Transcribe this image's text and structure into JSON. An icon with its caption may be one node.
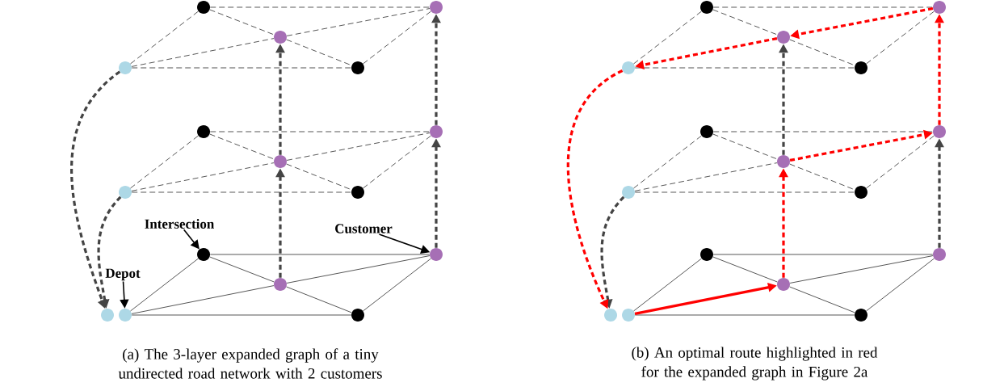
{
  "diagram": {
    "nodes": [
      {
        "text": [],
        "shape": "circle"
      },
      {
        "text": [],
        "shape": "circle"
      },
      {
        "text": [],
        "shape": "circle"
      },
      {
        "text": [],
        "shape": "circle"
      },
      {
        "text": [],
        "shape": "circle"
      },
      {
        "text": [],
        "shape": "circle"
      },
      {
        "text": [],
        "shape": "circle"
      },
      {
        "text": [],
        "shape": "circle"
      },
      {
        "text": [],
        "shape": "circle"
      },
      {
        "text": [],
        "shape": "circle"
      },
      {
        "text": [],
        "shape": "circle"
      },
      {
        "text": [],
        "shape": "circle"
      },
      {
        "text": [],
        "shape": "circle"
      },
      {
        "text": [],
        "shape": "circle"
      },
      {
        "text": [],
        "shape": "circle"
      },
      {
        "text": [],
        "shape": "circle"
      },
      {
        "text": [],
        "shape": "circle"
      },
      {
        "text": [],
        "shape": "circle"
      },
      {
        "text": [],
        "shape": "circle"
      },
      {
        "text": [],
        "shape": "circle"
      },
      {
        "text": [],
        "shape": "circle"
      },
      {
        "text": [],
        "shape": "circle"
      },
      {
        "text": [],
        "shape": "circle"
      },
      {
        "text": [],
        "shape": "circle"
      },
      {
        "text": [],
        "shape": "circle"
      },
      {
        "text": [],
        "shape": "circle"
      },
      {
        "text": [],
        "shape": "circle"
      },
      {
        "text": [],
        "shape": "circle"
      },
      {
        "text": [],
        "shape": "circle"
      },
      {
        "text": [],
        "shape": "circle"
      },
      {
        "text": [],
        "shape": "circle"
      },
      {
        "text": [],
        "shape": "circle"
      },
      {
        "text": [
          "Intersection"
        ]
      },
      {
        "text": [
          "Depot"
        ]
      },
      {
        "text": [
          "Customer"
        ]
      }
    ],
    "edges": [
      {
        "from": 0,
        "to": 1,
        "arrow": "none",
        "style": "dashed"
      },
      {
        "from": 0,
        "to": 2,
        "arrow": "none",
        "style": "dashed"
      },
      {
        "from": 0,
        "to": 3,
        "arrow": "none",
        "style": "dashed"
      },
      {
        "from": 1,
        "to": 2,
        "arrow": "none",
        "style": "dashed"
      },
      {
        "from": 1,
        "to": 4,
        "arrow": "none",
        "style": "dashed"
      },
      {
        "from": 2,
        "to": 3,
        "arrow": "none",
        "style": "dashed"
      },
      {
        "from": 2,
        "to": 4,
        "arrow": "none",
        "style": "dashed"
      },
      {
        "from": 3,
        "to": 4,
        "arrow": "none",
        "style": "dashed"
      },
      {
        "from": 5,
        "to": 6,
        "arrow": "none",
        "style": "dashed"
      },
      {
        "from": 5,
        "to": 7,
        "arrow": "none",
        "style": "dashed"
      },
      {
        "from": 5,
        "to": 8,
        "arrow": "none",
        "style": "dashed"
      },
      {
        "from": 6,
        "to": 7,
        "arrow": "none",
        "style": "dashed"
      },
      {
        "from": 6,
        "to": 9,
        "arrow": "none",
        "style": "dashed"
      },
      {
        "from": 7,
        "to": 8,
        "arrow": "none",
        "style": "dashed"
      },
      {
        "from": 7,
        "to": 9,
        "arrow": "none",
        "style": "dashed"
      },
      {
        "from": 8,
        "to": 9,
        "arrow": "none",
        "style": "dashed"
      },
      {
        "from": 11,
        "to": 12,
        "arrow": "none"
      },
      {
        "from": 11,
        "to": 13,
        "arrow": "none"
      },
      {
        "from": 11,
        "to": 14,
        "arrow": "none"
      },
      {
        "from": 12,
        "to": 13,
        "arrow": "none"
      },
      {
        "from": 12,
        "to": 15,
        "arrow": "none"
      },
      {
        "from": 13,
        "to": 14,
        "arrow": "none"
      },
      {
        "from": 13,
        "to": 15,
        "arrow": "none"
      },
      {
        "from": 14,
        "to": 15,
        "arrow": "none"
      },
      {
        "from": 13,
        "to": 7,
        "arrow": "to",
        "style": "dashed"
      },
      {
        "from": 7,
        "to": 2,
        "arrow": "to",
        "style": "dashed"
      },
      {
        "from": 15,
        "to": 9,
        "arrow": "to",
        "style": "dashed"
      },
      {
        "from": 9,
        "to": 4,
        "arrow": "to",
        "style": "dashed"
      },
      {
        "from": 5,
        "to": 10,
        "arrow": "to",
        "style": "dashed"
      },
      {
        "from": 0,
        "to": 10,
        "arrow": "to",
        "style": "dashed"
      },
      {
        "from": 16,
        "to": 17,
        "arrow": "none",
        "style": "dashed"
      },
      {
        "from": 16,
        "to": 19,
        "arrow": "none",
        "style": "dashed"
      },
      {
        "from": 17,
        "to": 18,
        "arrow": "none",
        "style": "dashed"
      },
      {
        "from": 17,
        "to": 20,
        "arrow": "none",
        "style": "dashed"
      },
      {
        "from": 18,
        "to": 19,
        "arrow": "none",
        "style": "dashed"
      },
      {
        "from": 19,
        "to": 20,
        "arrow": "none",
        "style": "dashed"
      },
      {
        "from": 21,
        "to": 22,
        "arrow": "none",
        "style": "dashed"
      },
      {
        "from": 21,
        "to": 23,
        "arrow": "none",
        "style": "dashed"
      },
      {
        "from": 21,
        "to": 24,
        "arrow": "none",
        "style": "dashed"
      },
      {
        "from": 22,
        "to": 23,
        "arrow": "none",
        "style": "dashed"
      },
      {
        "from": 22,
        "to": 25,
        "arrow": "none",
        "style": "dashed"
      },
      {
        "from": 23,
        "to": 24,
        "arrow": "none",
        "style": "dashed"
      },
      {
        "from": 24,
        "to": 25,
        "arrow": "none",
        "style": "dashed"
      },
      {
        "from": 27,
        "to": 28,
        "arrow": "none"
      },
      {
        "from": 27,
        "to": 30,
        "arrow": "none"
      },
      {
        "from": 28,
        "to": 29,
        "arrow": "none"
      },
      {
        "from": 28,
        "to": 31,
        "arrow": "none"
      },
      {
        "from": 29,
        "to": 30,
        "arrow": "none"
      },
      {
        "from": 29,
        "to": 31,
        "arrow": "none"
      },
      {
        "from": 30,
        "to": 31,
        "arrow": "none"
      },
      {
        "from": 23,
        "to": 18,
        "arrow": "to",
        "style": "dashed"
      },
      {
        "from": 31,
        "to": 25,
        "arrow": "to",
        "style": "dashed"
      },
      {
        "from": 21,
        "to": 26,
        "arrow": "to",
        "style": "dashed"
      },
      {
        "from": 27,
        "to": 29,
        "arrow": "to",
        "style": "thick",
        "color": "#ff0000"
      },
      {
        "from": 29,
        "to": 23,
        "arrow": "to",
        "style": "dashed",
        "color": "#ff0000"
      },
      {
        "from": 23,
        "to": 25,
        "arrow": "to",
        "style": "dashed",
        "color": "#ff0000"
      },
      {
        "from": 25,
        "to": 20,
        "arrow": "to",
        "style": "dashed",
        "color": "#ff0000"
      },
      {
        "from": 20,
        "to": 18,
        "arrow": "to",
        "style": "dashed",
        "color": "#ff0000"
      },
      {
        "from": 18,
        "to": 16,
        "arrow": "to",
        "style": "dashed",
        "color": "#ff0000"
      },
      {
        "from": 16,
        "to": 26,
        "arrow": "to",
        "style": "dashed",
        "color": "#ff0000"
      },
      {
        "from": 32,
        "to": 12,
        "arrow": "to"
      },
      {
        "from": 33,
        "to": 11,
        "arrow": "to"
      },
      {
        "from": 34,
        "to": 15,
        "arrow": "to"
      }
    ],
    "labels": [
      "(a) The 3-layer expanded graph of a tiny undirected road network with 2 customers",
      "(b) An optimal route highlighted in red for the expanded graph in Figure 2a"
    ]
  }
}
